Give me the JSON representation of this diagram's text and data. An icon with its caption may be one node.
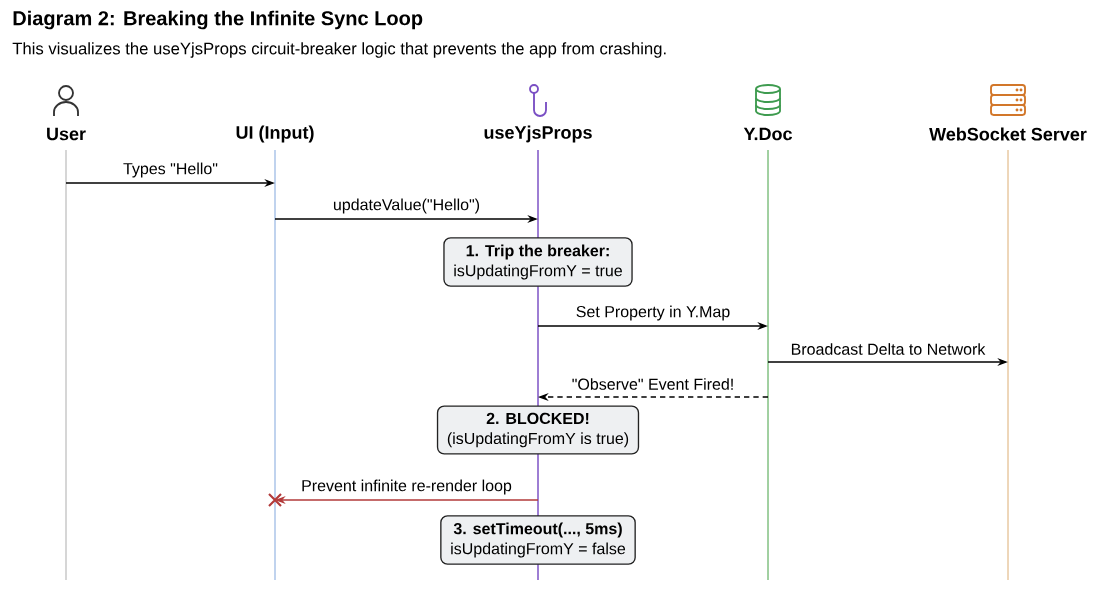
{
  "diagram": {
    "title": "Diagram 2: Breaking the Infinite Sync Loop",
    "caption": "This visualizes the useYjsProps circuit-breaker logic that prevents the app from crashing.",
    "nodes": [
      {
        "text": [
          "User"
        ]
      },
      {
        "text": [
          "UI (Input)"
        ]
      },
      {
        "text": [
          "useYjsProps"
        ]
      },
      {
        "text": [
          "Y.Doc"
        ]
      },
      {
        "text": [
          "WebSocket Server"
        ]
      },
      {
        "text": [
          "1. Trip the breaker:",
          "isUpdatingFromY = true"
        ]
      },
      {
        "text": [
          "2. BLOCKED!",
          "(isUpdatingFromY is true)"
        ]
      },
      {
        "text": [
          "3. setTimeout(..., 5ms)",
          "isUpdatingFromY = false"
        ]
      }
    ],
    "edges": [
      {
        "from": 0,
        "to": 1,
        "arrow": "to",
        "label": "Types \"Hello\""
      },
      {
        "from": 1,
        "to": 2,
        "arrow": "to",
        "label": "updateValue(\"Hello\")"
      },
      {
        "from": 2,
        "to": 3,
        "arrow": "to",
        "label": "Set Property in Y.Map"
      },
      {
        "from": 3,
        "to": 4,
        "arrow": "to",
        "label": "Broadcast Delta to Network"
      },
      {
        "from": 3,
        "to": 2,
        "arrow": "to",
        "label": "\"Observe\" Event Fired!",
        "style": "dashed"
      },
      {
        "from": 2,
        "to": 1,
        "arrow": "to",
        "label": "Prevent infinite re-render loop",
        "color": "#b23a3a"
      }
    ]
  }
}
